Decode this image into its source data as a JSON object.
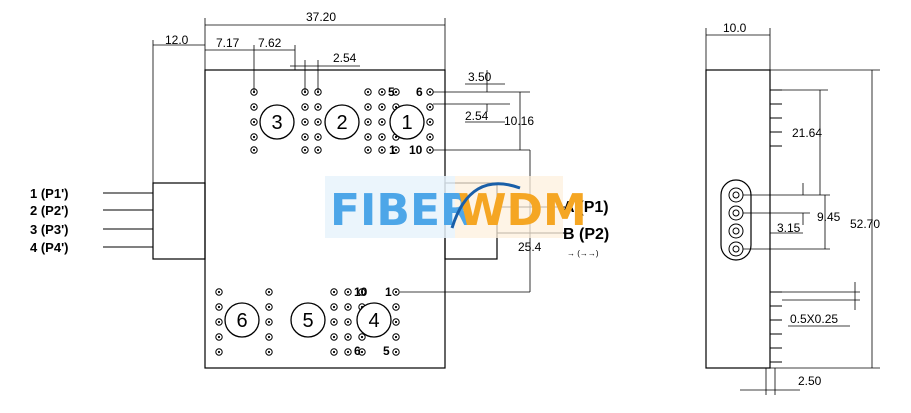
{
  "dimensions": {
    "total_width": "37.20",
    "left_offset": "12.0",
    "pitch_a": "7.17",
    "pitch_b": "7.62",
    "pin_pitch": "2.54",
    "row_gap": "3.50",
    "row_gap_b": "2.54",
    "row_span": "10.16",
    "center_span": "25.4",
    "side_width": "10.0",
    "side_top": "21.64",
    "side_port": "9.45",
    "side_port_b": "3.15",
    "side_height": "52.70",
    "pin_size": "0.5X0.25",
    "pin_step": "2.50"
  },
  "fibers_left": [
    "1 (P1')",
    "2 (P2')",
    "3 (P3')",
    "4 (P4')"
  ],
  "fibers_right": [
    "A (P1)",
    "B (P2)"
  ],
  "fiber_right_note": "→ (→→)",
  "relay_numbers": [
    "1",
    "2",
    "3",
    "4",
    "5",
    "6"
  ],
  "pin_labels": {
    "top_5": "5",
    "top_6": "6",
    "top_1": "1",
    "top_10": "10",
    "bot_10": "10",
    "bot_1": "1",
    "bot_6": "6",
    "bot_5": "5"
  },
  "logo": {
    "part1": "FIBER",
    "part2": "WDM"
  },
  "colors": {
    "logo_blue": "#4da6e8",
    "logo_orange": "#f5a623"
  }
}
